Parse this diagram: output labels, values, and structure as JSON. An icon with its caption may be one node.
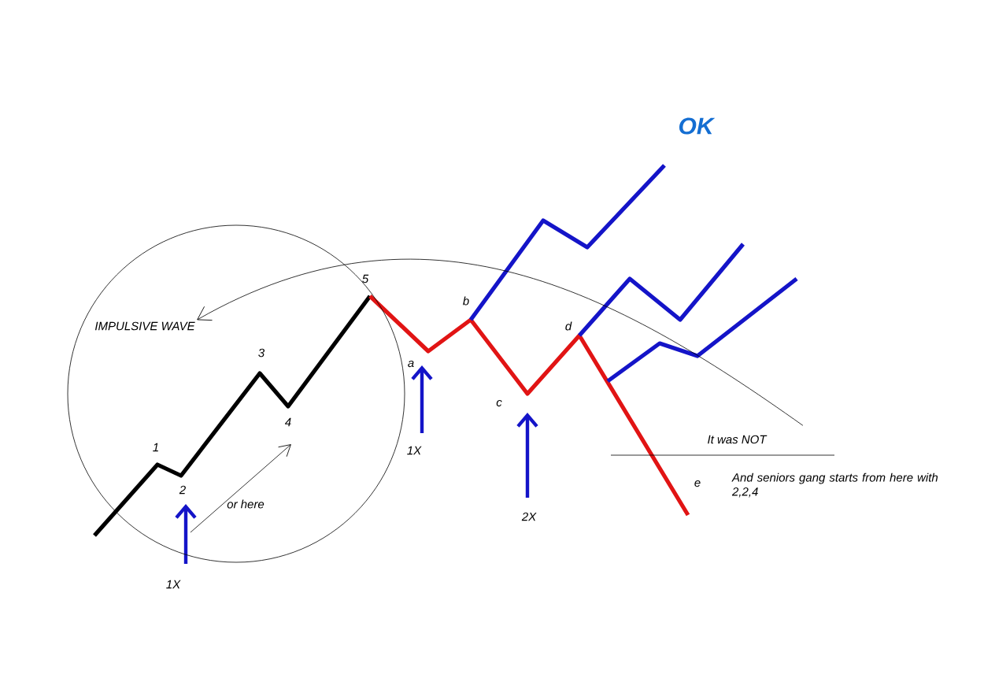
{
  "diagram": {
    "nodes": [
      {
        "text": [
          "IMPULSIVE WAVE"
        ]
      },
      {
        "text": [
          "It was NOT"
        ]
      }
    ],
    "edges": [
      {
        "from": 1,
        "to": 0,
        "arrow": "to"
      }
    ],
    "labels": [
      "OK",
      "5",
      "b",
      "d",
      "3",
      "a",
      "c",
      "1",
      "4",
      "2",
      "1X",
      "or here",
      "1X",
      "2X",
      "e",
      "And seniors gang starts from here with 2,2,4"
    ]
  }
}
